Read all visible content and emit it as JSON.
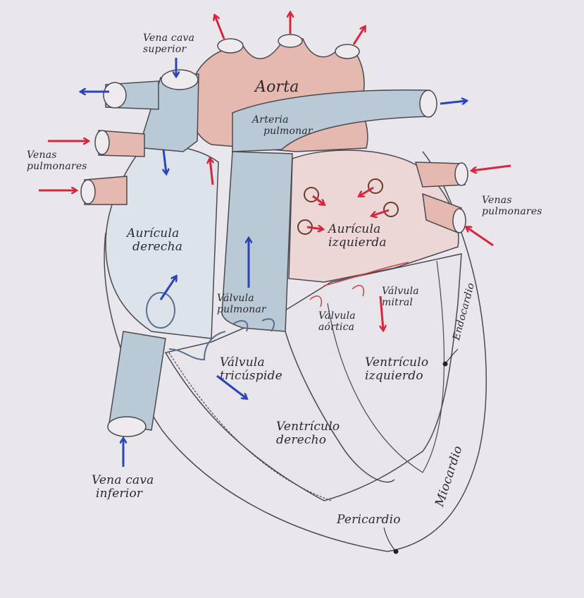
{
  "labels": {
    "vena_cava_superior": [
      "Vena cava",
      "superior"
    ],
    "aorta": "Aorta",
    "arteria_pulmonar": [
      "Arteria",
      "pulmonar"
    ],
    "venas_pulmonares_left": [
      "Venas",
      "pulmonares"
    ],
    "venas_pulmonares_right": [
      "Venas",
      "pulmonares"
    ],
    "auricula_derecha": [
      "Aurícula",
      "derecha"
    ],
    "auricula_izquierda": [
      "Aurícula",
      "izquierda"
    ],
    "valvula_pulmonar": [
      "Válvula",
      "pulmonar"
    ],
    "valvula_mitral": [
      "Válvula",
      "mitral"
    ],
    "valvula_aortica": [
      "Válvula",
      "aórtica"
    ],
    "valvula_tricuspide": [
      "Válvula",
      "tricúspide"
    ],
    "ventriculo_izquierdo": [
      "Ventrículo",
      "izquierdo"
    ],
    "ventriculo_derecho": [
      "Ventrículo",
      "derecho"
    ],
    "vena_cava_inferior": [
      "Vena cava",
      "inferior"
    ],
    "endocardio": "Endocardio",
    "miocardio": "Miocardio",
    "pericardio": "Pericardio"
  },
  "colors": {
    "paper": "#e9e7ec",
    "oxygen_poor": "#2b44b8",
    "oxygen_rich": "#d8253e",
    "vessel_blue": "#b9c9d6",
    "tissue_pink": "#e5b8b0",
    "outline": "#4a4a50"
  }
}
